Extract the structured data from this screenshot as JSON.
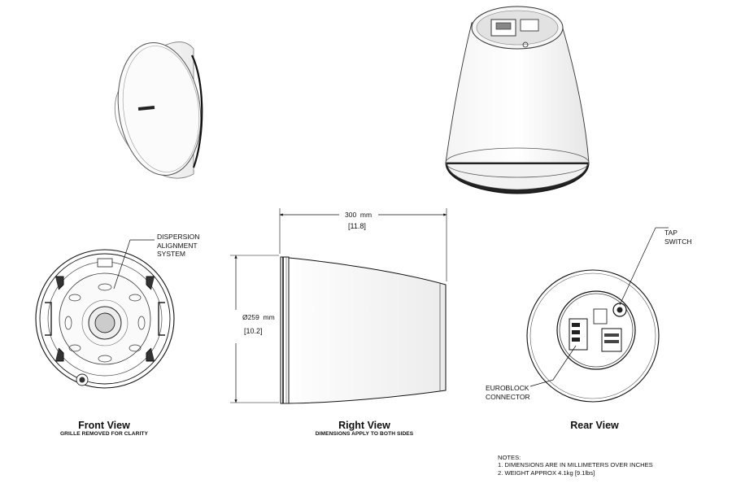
{
  "callouts": {
    "dispersion": [
      "DISPERSION",
      "ALIGNMENT",
      "SYSTEM"
    ],
    "tap": [
      "TAP",
      "SWITCH"
    ],
    "euroblock": [
      "EUROBLOCK",
      "CONNECTOR"
    ]
  },
  "dimensions": {
    "length_mm": "300",
    "length_unit": "mm",
    "length_in": "11.8",
    "diameter_symbol": "Ø",
    "diameter_mm": "259",
    "diameter_unit": "mm",
    "diameter_in": "10.2"
  },
  "views": {
    "front": {
      "title": "Front View",
      "subtitle": "GRILLE REMOVED FOR CLARITY"
    },
    "right": {
      "title": "Right View",
      "subtitle": "DIMENSIONS APPLY TO BOTH SIDES"
    },
    "rear": {
      "title": "Rear View"
    }
  },
  "notes": {
    "heading": "NOTES:",
    "items": [
      "1. DIMENSIONS ARE IN MILLIMETERS OVER INCHES",
      "2. WEIGHT APPROX 4.1kg [9.1lbs]"
    ]
  }
}
